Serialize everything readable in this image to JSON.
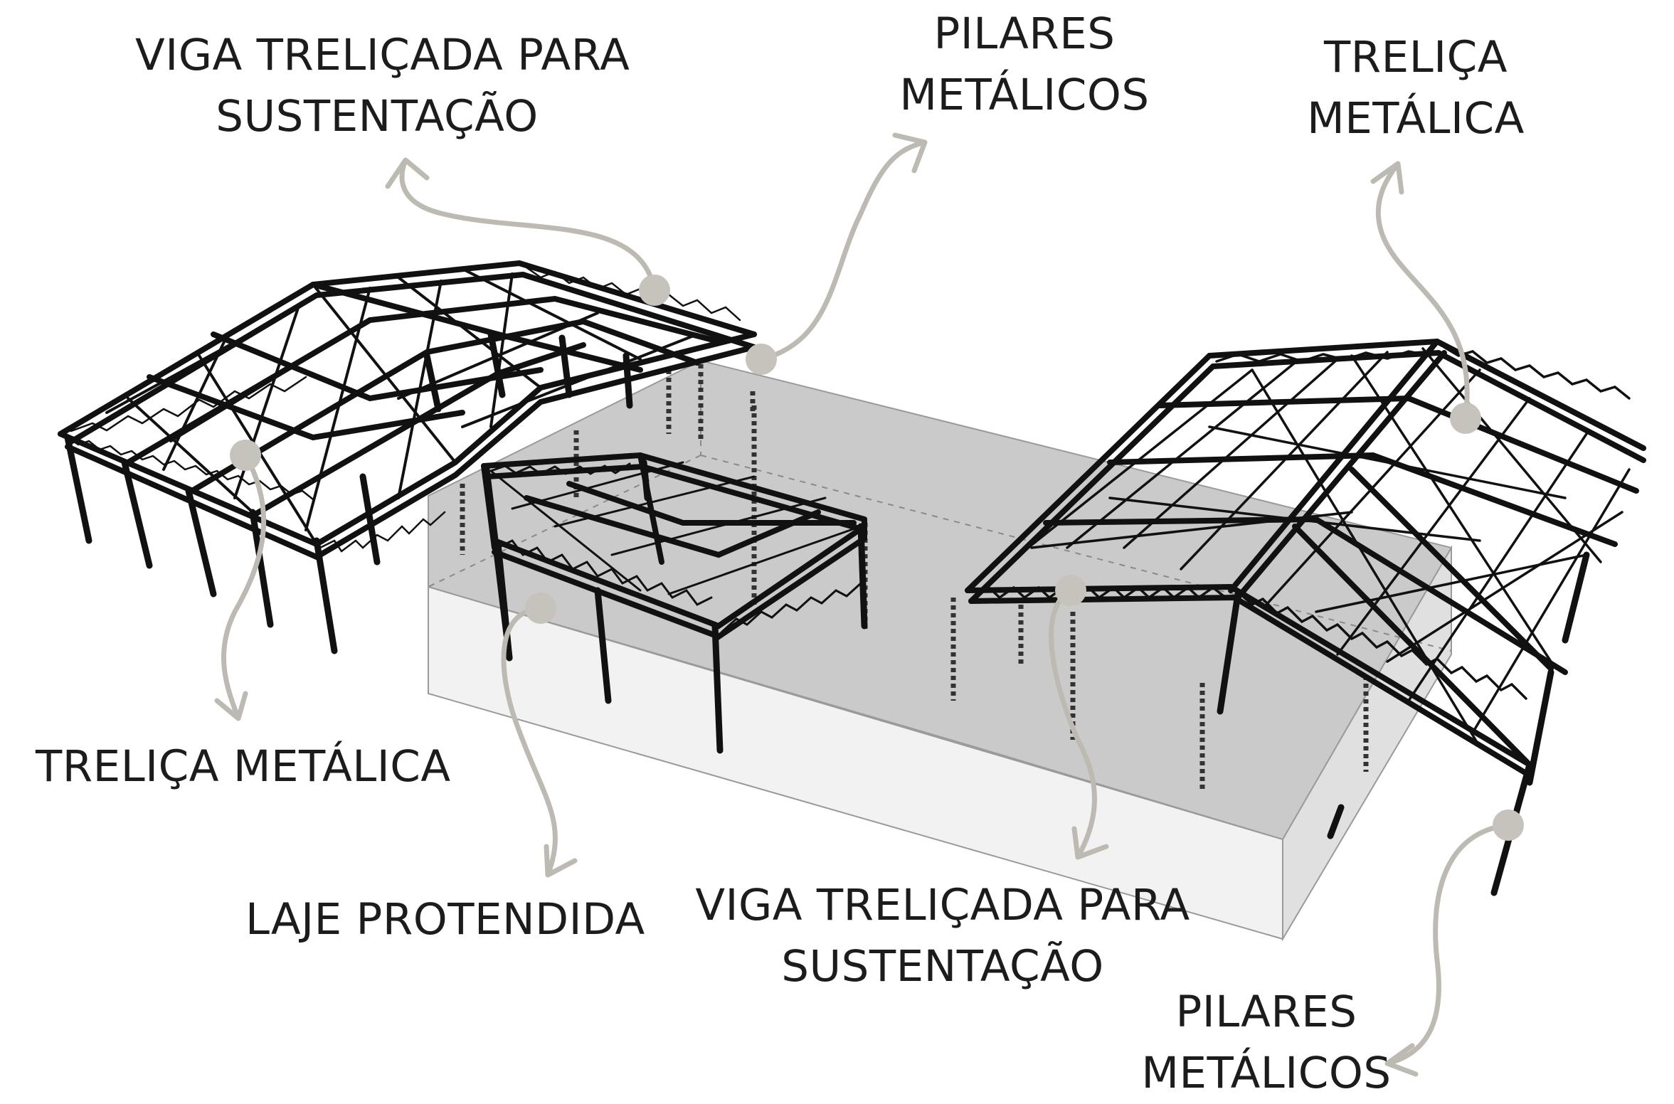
{
  "labels": {
    "top_left": {
      "line1": "VIGA TRELIÇADA PARA",
      "line2": "SUSTENTAÇÃO"
    },
    "top_center": {
      "line1": "PILARES",
      "line2": "METÁLICOS"
    },
    "top_right": {
      "line1": "TRELIÇA",
      "line2": "METÁLICA"
    },
    "mid_left": {
      "line1": "TRELIÇA METÁLICA"
    },
    "bottom_left": {
      "line1": "LAJE PROTENDIDA"
    },
    "bottom_center": {
      "line1": "VIGA TRELIÇADA PARA",
      "line2": "SUSTENTAÇÃO"
    },
    "bottom_right": {
      "line1": "PILARES",
      "line2": "METÁLICOS"
    }
  },
  "colors": {
    "steel": "#111111",
    "slab_top": "#c8c8c8",
    "slab_side": "#e3e3e3",
    "slab_front": "#f1f1f1",
    "leader": "#bdbab3",
    "marker": "#c6c3bd"
  }
}
